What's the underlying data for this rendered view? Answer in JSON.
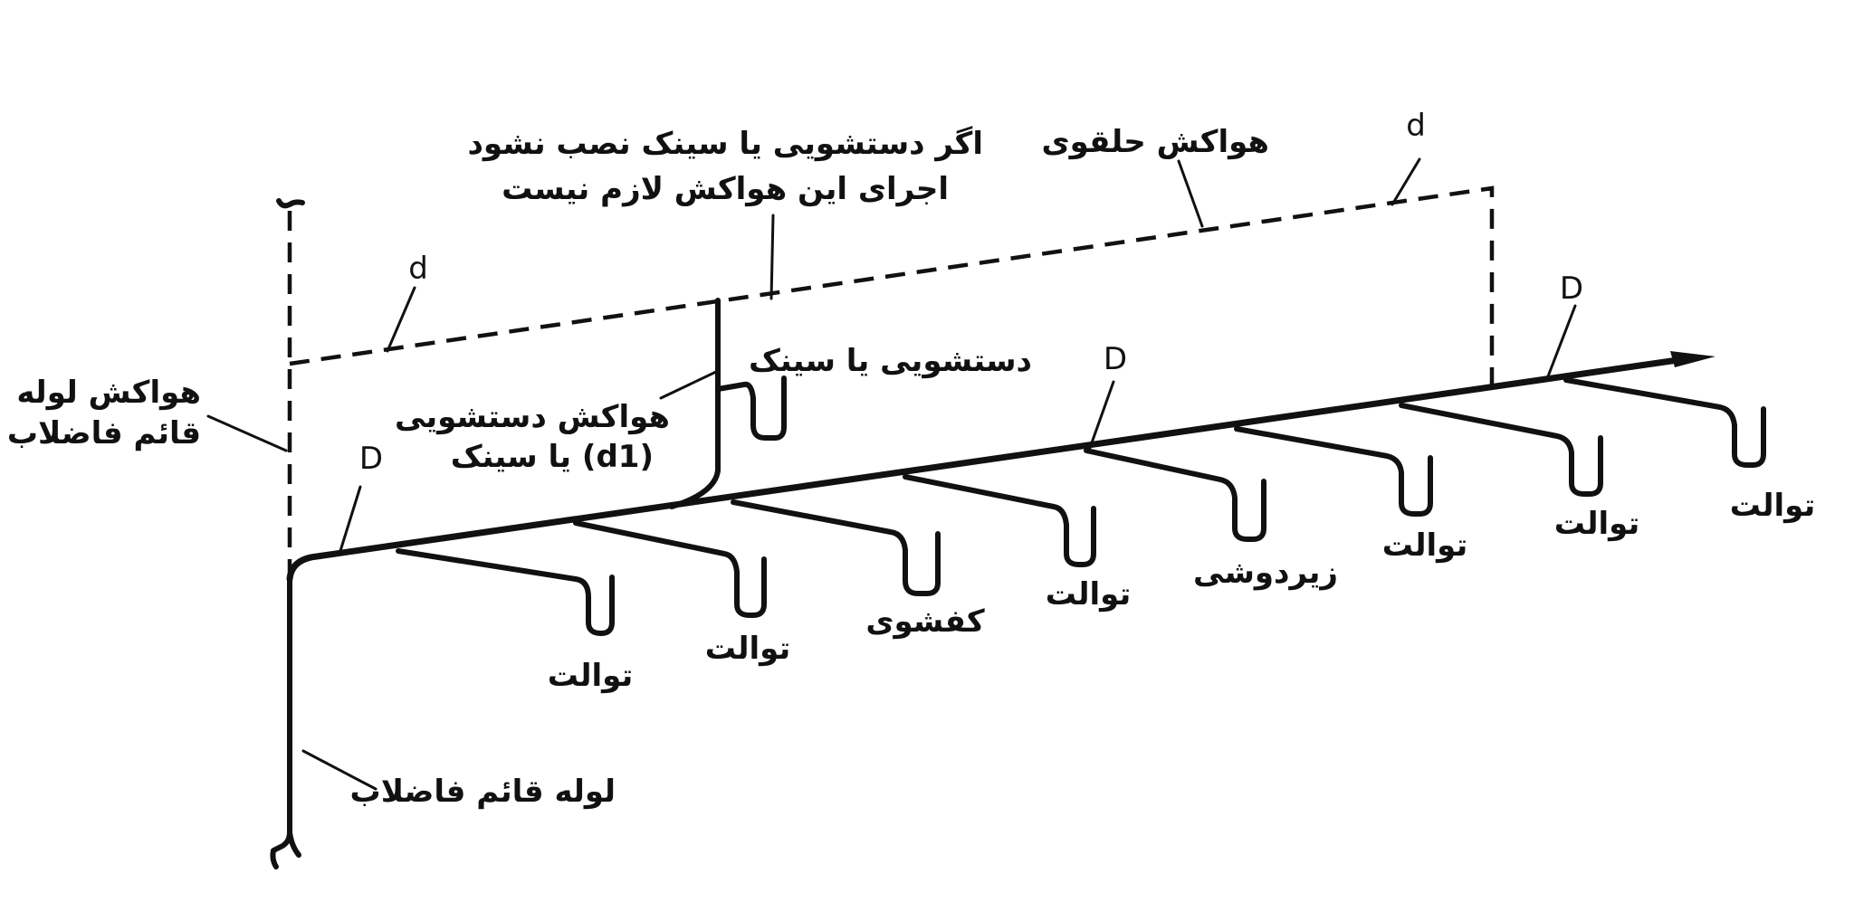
{
  "labels": {
    "stack_vent": [
      "هواکش لوله",
      "قائم فاضلاب"
    ],
    "soil_stack": "لوله قائم فاضلاب",
    "loop_vent": "هواکش حلقوی",
    "note": [
      "اگر دستشویی یا سینک نصب نشود",
      "اجرای این هواکش لازم نیست"
    ],
    "basin": "دستشویی یا سینک",
    "basin_vent": [
      "هواکش دستشویی",
      "یا سینک (d1)"
    ],
    "fixtures": [
      "توالت",
      "توالت",
      "کفشوی",
      "توالت",
      "زیردوشی",
      "توالت",
      "توالت",
      "توالت"
    ]
  },
  "symbols": {
    "vent_diameter": "d",
    "drain_diameter": "D"
  }
}
